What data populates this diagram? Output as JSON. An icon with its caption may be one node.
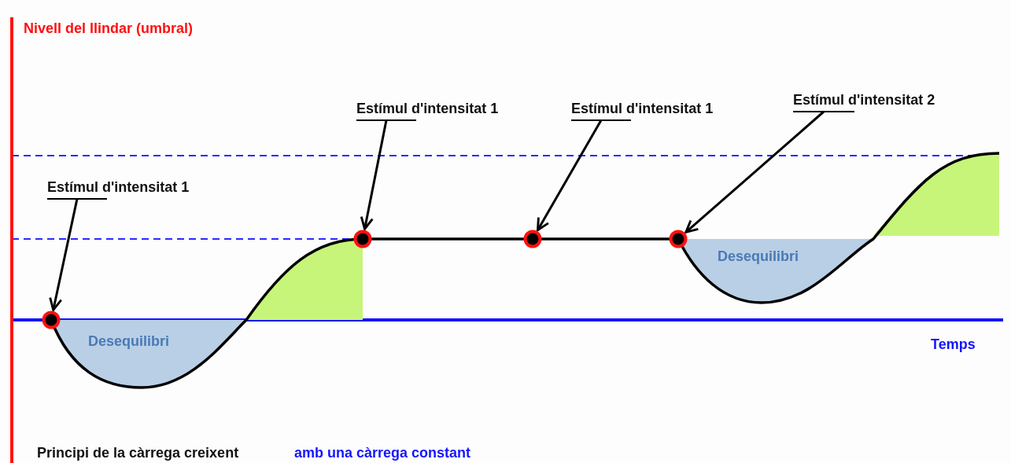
{
  "diagram": {
    "nodes": [
      {
        "text": [
          "Estímul d'intensitat 1"
        ]
      },
      {
        "text": [
          "Estímul d'intensitat 1"
        ]
      },
      {
        "text": [
          "Estímul d'intensitat 1"
        ]
      },
      {
        "text": [
          "Estímul d'intensitat 2"
        ]
      },
      {
        "text": [],
        "shape": "circle"
      },
      {
        "text": [],
        "shape": "circle"
      },
      {
        "text": [],
        "shape": "circle"
      },
      {
        "text": [],
        "shape": "circle"
      }
    ],
    "edges": [
      {
        "from": 0,
        "to": 4,
        "arrow": "to"
      },
      {
        "from": 1,
        "to": 5,
        "arrow": "to"
      },
      {
        "from": 2,
        "to": 6,
        "arrow": "to"
      },
      {
        "from": 3,
        "to": 7,
        "arrow": "to"
      }
    ],
    "labels": [
      "Nivell del llindar (umbral)",
      "Desequilibri",
      "Desequilibri",
      "Temps",
      "Principi de la càrrega creixent",
      "amb una càrrega constant"
    ]
  }
}
